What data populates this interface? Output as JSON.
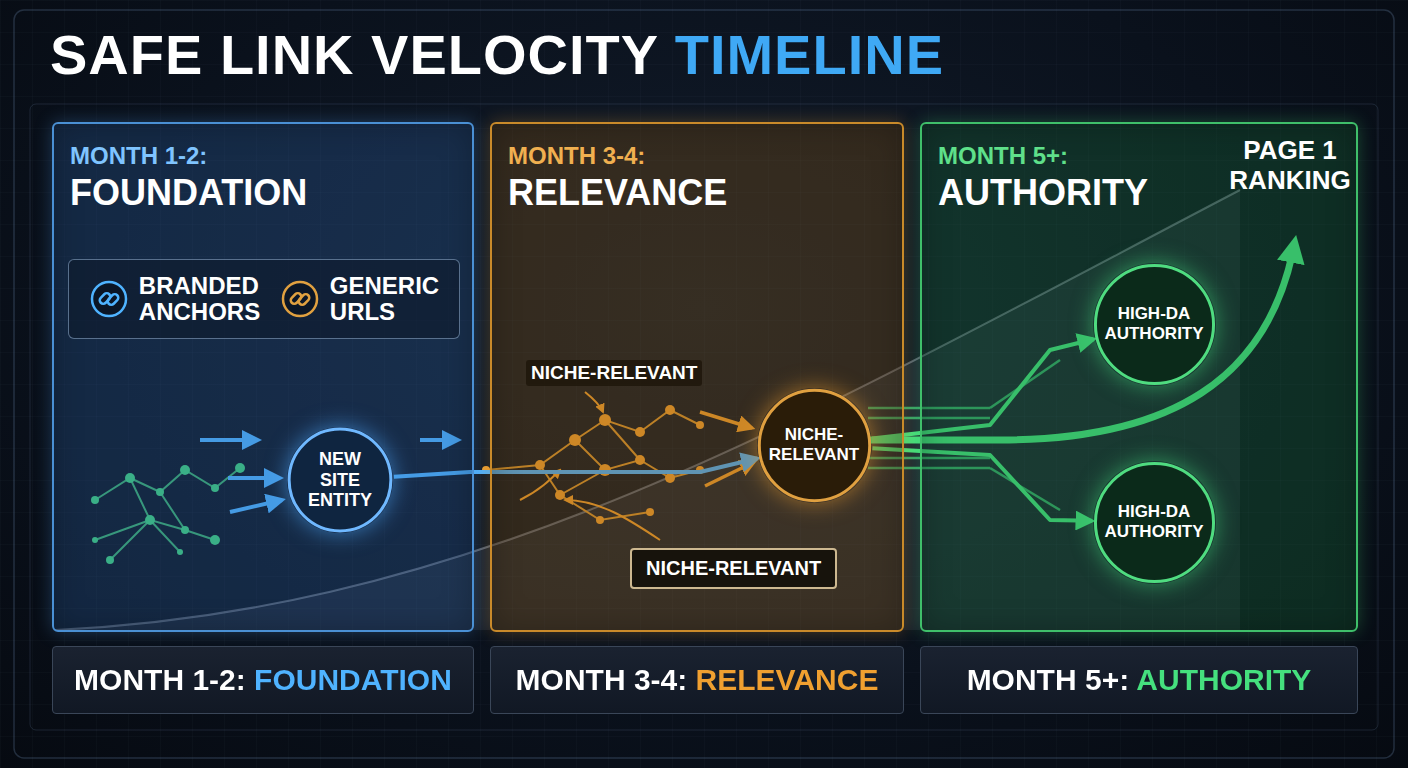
{
  "diagram": {
    "title": "SAFE LINK VELOCITY TIMELINE",
    "nodes": [
      {
        "text": [
          "MONTH 1-2:",
          "FOUNDATION"
        ]
      },
      {
        "text": [
          "BRANDED ANCHORS",
          "GENERIC URLS"
        ],
        "in": 0
      },
      {
        "text": [
          "NEW SITE ENTITY"
        ],
        "in": 0
      },
      {
        "text": [
          "MONTH 3-4:",
          "RELEVANCE"
        ]
      },
      {
        "text": [
          "NICHE-RELEVANT"
        ],
        "in": 3
      },
      {
        "text": [
          "NICHE-RELEVANT"
        ],
        "in": 3
      },
      {
        "text": [
          "MONTH 5+:",
          "AUTHORITY"
        ]
      },
      {
        "text": [
          "HIGH-DA AUTHORITY"
        ],
        "in": 6
      },
      {
        "text": [
          "HIGH-DA AUTHORITY"
        ],
        "in": 6
      },
      {
        "text": [
          "MONTH 1-2: FOUNDATION"
        ]
      },
      {
        "text": [
          "MONTH 3-4: RELEVANCE"
        ]
      },
      {
        "text": [
          "MONTH 5+: AUTHORITY"
        ]
      }
    ],
    "edges": [
      {
        "from": 2,
        "to": 4,
        "arrow": "to"
      },
      {
        "from": 4,
        "to": 7,
        "arrow": "to"
      },
      {
        "from": 4,
        "to": 8,
        "arrow": "to"
      }
    ],
    "labels": [
      "NICHE-RELEVANT",
      "PAGE 1 RANKING"
    ]
  }
}
